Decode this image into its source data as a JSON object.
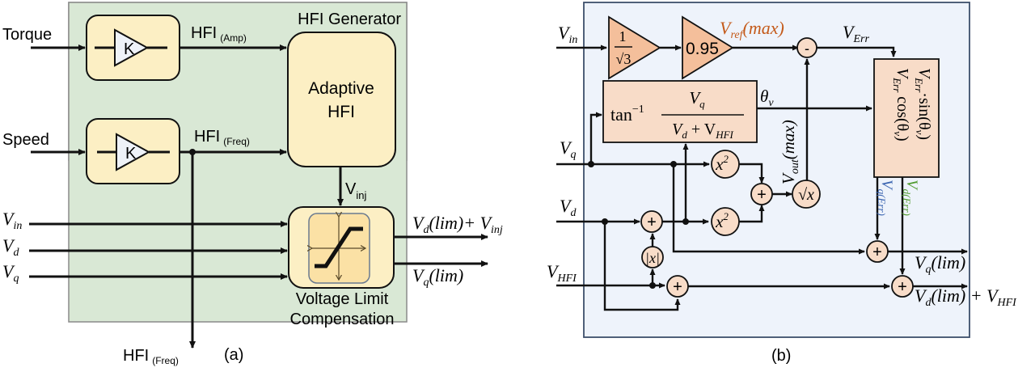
{
  "panel_a": {
    "caption": "(a)",
    "group_title": "HFI Generator",
    "inputs": {
      "torque": "Torque",
      "speed": "Speed",
      "vin": {
        "base": "V",
        "sub": "in"
      },
      "vd": {
        "base": "V",
        "sub": "d"
      },
      "vq": {
        "base": "V",
        "sub": "q"
      }
    },
    "gain_symbol": "K",
    "hfi_amp": {
      "base": "HFI",
      "sub": "(Amp)"
    },
    "hfi_freq": {
      "base": "HFI",
      "sub": "(Freq)"
    },
    "hfi_freq_out": {
      "base": "HFI",
      "sub": "(Freq)"
    },
    "adaptive_block": {
      "line1": "Adaptive",
      "line2": "HFI"
    },
    "vinj": {
      "base": "V",
      "sub": "inj"
    },
    "limit_block": {
      "line1": "Voltage Limit",
      "line2": "Compensation"
    },
    "outputs": {
      "out1": {
        "a": "V",
        "a_sub": "d",
        "b": "(lim)+ ",
        "c": "V",
        "c_sub": "inj"
      },
      "out2": {
        "a": "V",
        "a_sub": "q",
        "b": "(lim)"
      }
    },
    "colors": {
      "panel_bg": "#d9e8d5",
      "block_fill": "#fcefc4",
      "limit_inner": "#fbe1a5"
    }
  },
  "panel_b": {
    "caption": "(b)",
    "inputs": {
      "vin": {
        "base": "V",
        "sub": "in"
      },
      "vq": {
        "base": "V",
        "sub": "q"
      },
      "vd": {
        "base": "V",
        "sub": "d"
      },
      "vhfi": {
        "base": "V",
        "sub": "HFI"
      }
    },
    "gain1": {
      "num": "1",
      "den": "√3"
    },
    "gain2": "0.95",
    "vref_max": {
      "base": "V",
      "sub": "ref",
      "tail": "(max)"
    },
    "verr": {
      "base": "V",
      "sub": "Err"
    },
    "minus_sign": "-",
    "atan_block": {
      "func": "tan",
      "sup": "−1",
      "num_base": "V",
      "num_sub": "q",
      "den": "V",
      "den_sub": "d",
      "den_plus": " + V",
      "den_sub2": "HFI"
    },
    "theta_v": {
      "base": "θ",
      "sub": "v"
    },
    "vout_max": {
      "base": "V",
      "sub": "out",
      "tail": "(max)"
    },
    "square": {
      "base": "x",
      "sup": "2"
    },
    "sqrt": "√x",
    "abs": "|x|",
    "plus": "+",
    "err_block": {
      "line1_a": "V",
      "line1_sub": "Err",
      "line1_b": " cos(θ",
      "line1_c": "v",
      "line1_d": ")",
      "line2_a": "V",
      "line2_sub": "Err",
      "line2_b": "·sin(θ",
      "line2_c": "v",
      "line2_d": ")"
    },
    "vq_err": {
      "base": "V",
      "sub": "q(Err)"
    },
    "vd_err": {
      "base": "V",
      "sub": "d(Err)"
    },
    "outputs": {
      "vq_lim": {
        "base": "V",
        "sub": "q",
        "tail": "(lim)"
      },
      "vd_lim": {
        "base": "V",
        "sub": "d",
        "tail": "(lim)  + V",
        "sub2": "HFI"
      }
    },
    "colors": {
      "panel_bg": "#eef3fb",
      "panel_border": "#3d4f6b",
      "block_fill": "#f8dcc8",
      "gain_fill": "#f4bf9b",
      "vref_color": "#c45a1a",
      "vq_err_color": "#3a64b0",
      "vd_err_color": "#4f9a2e"
    }
  }
}
